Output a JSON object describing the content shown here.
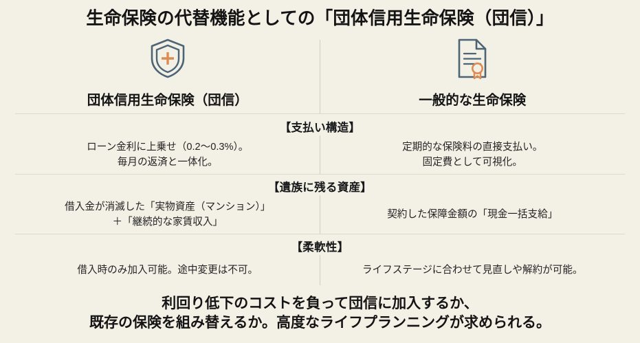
{
  "title": "生命保険の代替機能としての「団体信用生命保険（団信）」",
  "colors": {
    "background": "#f3f0e6",
    "text": "#141414",
    "icon_slate": "#4c6476",
    "icon_accent": "#dd8b52",
    "rule": "#ddd9cb"
  },
  "columns": [
    {
      "icon": "shield-plus-icon",
      "label": "団体信用生命保険（団信）"
    },
    {
      "icon": "certificate-document-icon",
      "label": "一般的な生命保険"
    }
  ],
  "sections": [
    {
      "heading": "【支払い構造】",
      "left": [
        "ローン金利に上乗せ（0.2〜0.3%）。",
        "毎月の返済と一体化。"
      ],
      "right": [
        "定期的な保険料の直接支払い。",
        "固定費として可視化。"
      ]
    },
    {
      "heading": "【遺族に残る資産】",
      "left": [
        "借入金が消滅した「実物資産（マンション）」",
        "＋「継続的な家賃収入」"
      ],
      "right": [
        "契約した保障金額の「現金一括支給」"
      ]
    },
    {
      "heading": "【柔軟性】",
      "left": [
        "借入時のみ加入可能。途中変更は不可。"
      ],
      "right": [
        "ライフステージに合わせて見直しや解約が可能。"
      ]
    }
  ],
  "footer": [
    "利回り低下のコストを負って団信に加入するか、",
    "既存の保険を組み替えるか。高度なライフプランニングが求められる。"
  ]
}
